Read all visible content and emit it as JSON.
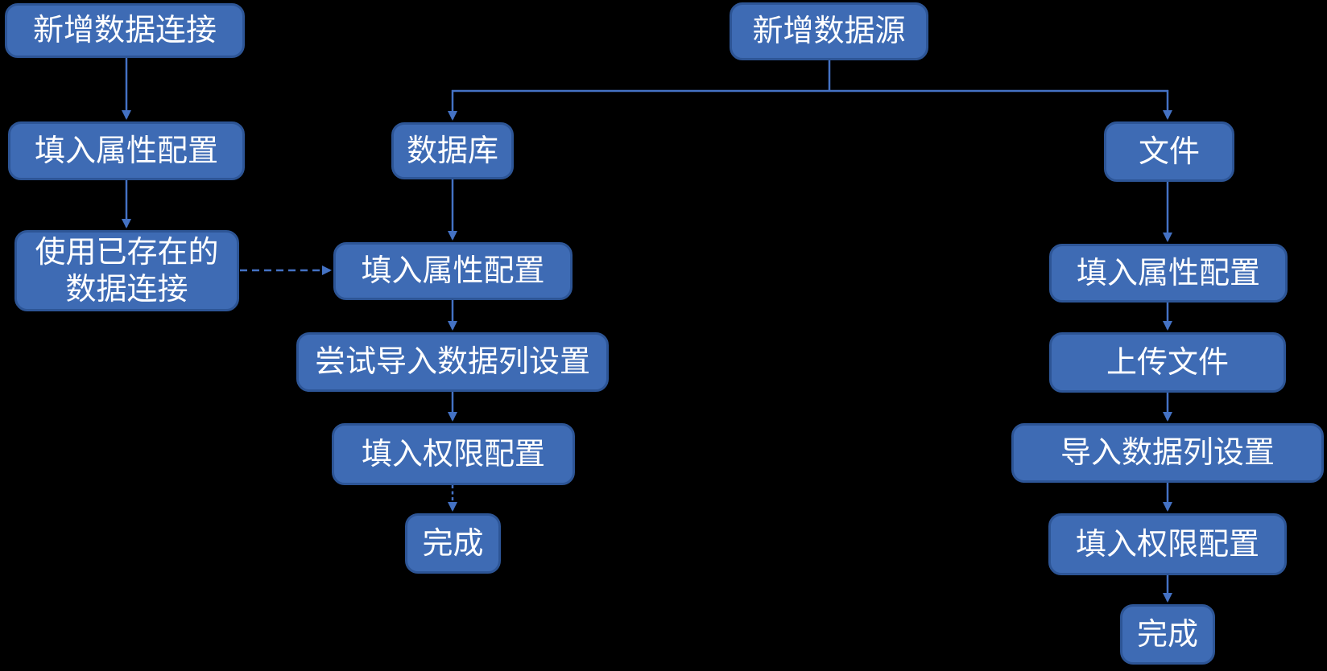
{
  "flowchart": {
    "colors": {
      "background": "#000000",
      "node_fill": "#3E6BB4",
      "node_border": "#2D5596",
      "node_text": "#FFFFFF",
      "connector": "#4472C4"
    },
    "nodes": {
      "add_connection": {
        "label": "新增数据连接"
      },
      "conn_fill_attrs": {
        "label": "填入属性配置"
      },
      "use_existing": {
        "label": "使用已存在的数据连接",
        "lines": [
          "使用已存在的",
          "数据连接"
        ]
      },
      "add_source": {
        "label": "新增数据源"
      },
      "database": {
        "label": "数据库"
      },
      "db_fill_attrs": {
        "label": "填入属性配置"
      },
      "db_try_import": {
        "label": "尝试导入数据列设置"
      },
      "db_fill_perms": {
        "label": "填入权限配置"
      },
      "db_done": {
        "label": "完成"
      },
      "file": {
        "label": "文件"
      },
      "file_fill_attrs": {
        "label": "填入属性配置"
      },
      "upload_file": {
        "label": "上传文件"
      },
      "file_import_cols": {
        "label": "导入数据列设置"
      },
      "file_fill_perms": {
        "label": "填入权限配置"
      },
      "file_done": {
        "label": "完成"
      }
    },
    "edges": [
      {
        "from": "add_connection",
        "to": "conn_fill_attrs",
        "style": "solid"
      },
      {
        "from": "conn_fill_attrs",
        "to": "use_existing",
        "style": "solid"
      },
      {
        "from": "use_existing",
        "to": "db_fill_attrs",
        "style": "dashed"
      },
      {
        "from": "add_source",
        "to": "database",
        "style": "solid"
      },
      {
        "from": "add_source",
        "to": "file",
        "style": "solid"
      },
      {
        "from": "database",
        "to": "db_fill_attrs",
        "style": "solid"
      },
      {
        "from": "db_fill_attrs",
        "to": "db_try_import",
        "style": "solid"
      },
      {
        "from": "db_try_import",
        "to": "db_fill_perms",
        "style": "solid"
      },
      {
        "from": "db_fill_perms",
        "to": "db_done",
        "style": "dashed"
      },
      {
        "from": "file",
        "to": "file_fill_attrs",
        "style": "solid"
      },
      {
        "from": "file_fill_attrs",
        "to": "upload_file",
        "style": "solid"
      },
      {
        "from": "upload_file",
        "to": "file_import_cols",
        "style": "solid"
      },
      {
        "from": "file_import_cols",
        "to": "file_fill_perms",
        "style": "solid"
      },
      {
        "from": "file_fill_perms",
        "to": "file_done",
        "style": "solid"
      }
    ]
  }
}
